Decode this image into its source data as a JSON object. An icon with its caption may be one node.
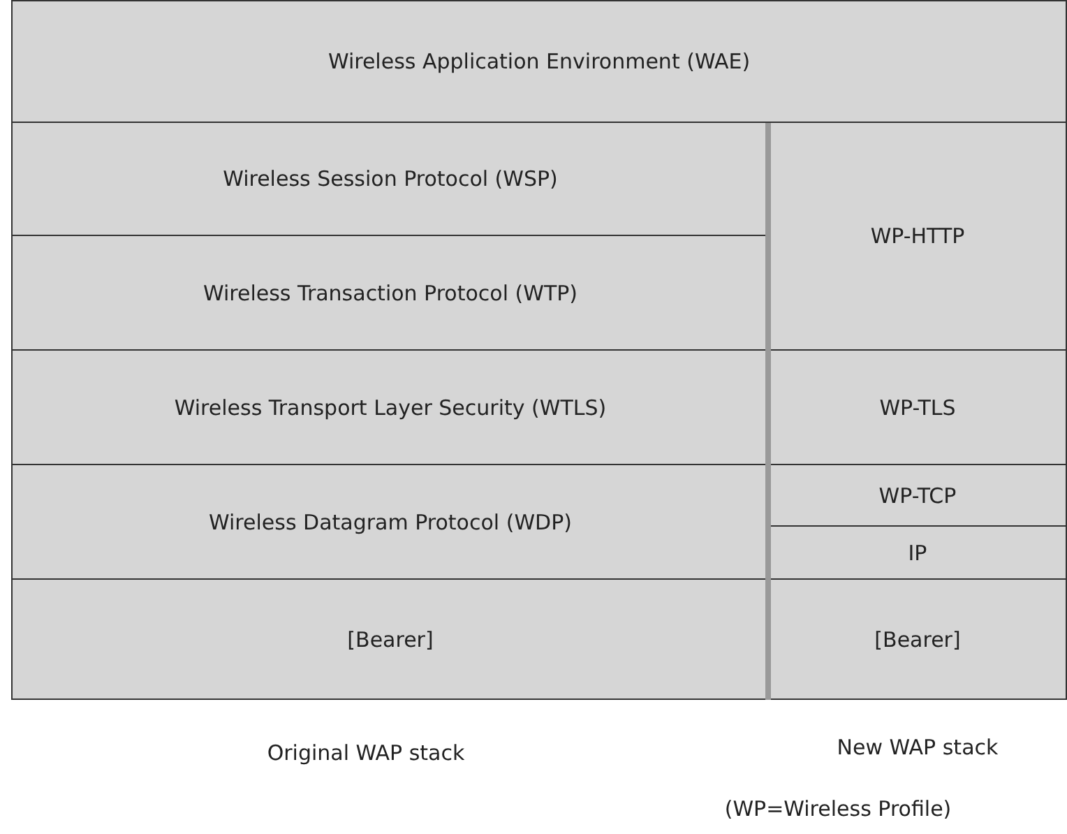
{
  "diagram": {
    "nodes": [
      {
        "text": [
          "Wireless Application Environment (WAE)"
        ]
      },
      {
        "text": [
          "Wireless Session Protocol (WSP)"
        ]
      },
      {
        "text": [
          "Wireless Transaction Protocol (WTP)"
        ]
      },
      {
        "text": [
          "WP-HTTP"
        ]
      },
      {
        "text": [
          "Wireless Transport Layer Security (WTLS)"
        ]
      },
      {
        "text": [
          "WP-TLS"
        ]
      },
      {
        "text": [
          "Wireless Datagram Protocol (WDP)"
        ]
      },
      {
        "text": [
          "WP-TCP"
        ]
      },
      {
        "text": [
          "IP"
        ]
      },
      {
        "text": [
          "[Bearer]"
        ]
      },
      {
        "text": [
          "[Bearer]"
        ]
      }
    ],
    "labels": [
      "Original WAP stack",
      "New WAP stack",
      "(WP=Wireless Profile)"
    ]
  }
}
